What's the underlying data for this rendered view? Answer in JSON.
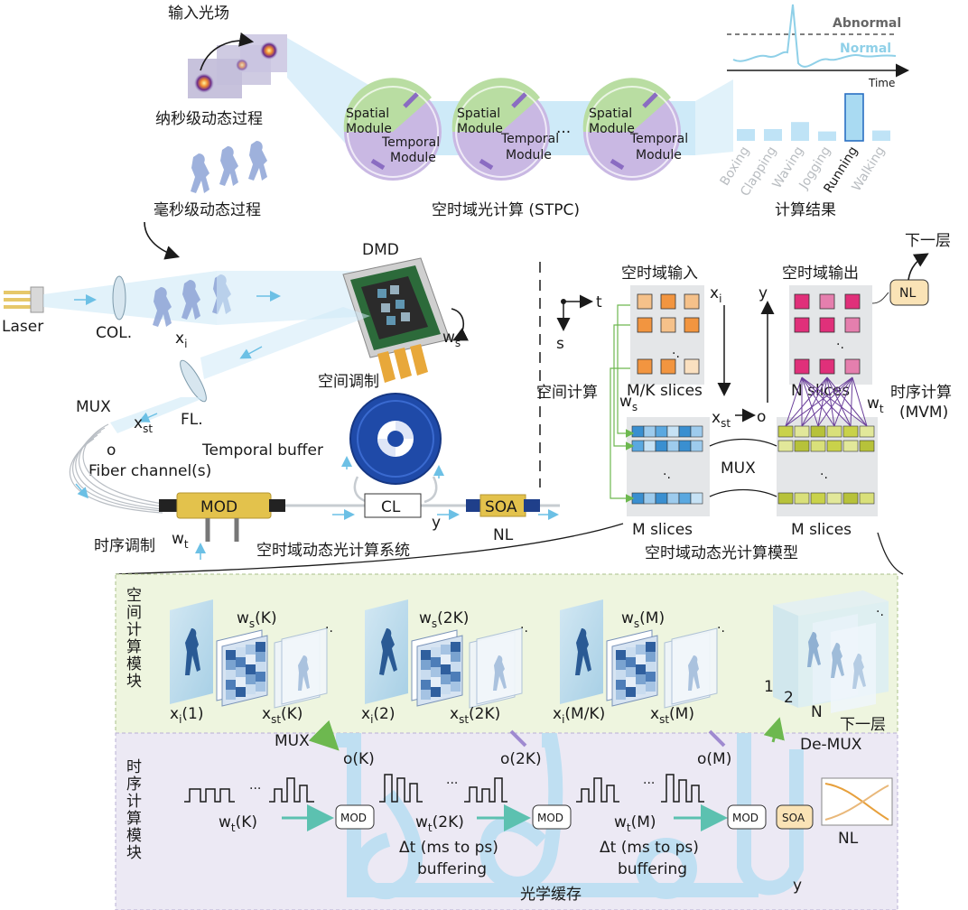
{
  "top": {
    "input_light_field": "输入光场",
    "ns_process": "纳秒级动态过程",
    "ms_process": "毫秒级动态过程",
    "stpc_title": "空时域光计算 (STPC)",
    "module_spatial_line1": "Spatial",
    "module_spatial_line2": "Module",
    "module_temporal_line1": "Temporal",
    "module_temporal_line2": "Module",
    "ellipsis": "···",
    "signal": {
      "abnormal": "Abnormal",
      "normal": "Normal",
      "time": "Time"
    },
    "result_title": "计算结果",
    "result_bars": [
      {
        "label": "Boxing",
        "value": 0.25
      },
      {
        "label": "Clapping",
        "value": 0.25
      },
      {
        "label": "Waving",
        "value": 0.4
      },
      {
        "label": "Jogging",
        "value": 0.2
      },
      {
        "label": "Running",
        "value": 1.0
      },
      {
        "label": "Walking",
        "value": 0.22
      }
    ],
    "highlight_bar": "Running"
  },
  "system": {
    "laser": "Laser",
    "col": "COL.",
    "xi": "x",
    "xi_sub": "i",
    "dmd": "DMD",
    "ws": "w",
    "ws_sub": "s",
    "spatial_mod": "空间调制",
    "fl": "FL.",
    "mux": "MUX",
    "xst": "x",
    "xst_sub": "st",
    "o": "o",
    "fiber": "Fiber channel(s)",
    "temporal_buffer": "Temporal buffer",
    "mod": "MOD",
    "cl": "CL",
    "soa": "SOA",
    "y": "y",
    "nl": "NL",
    "temporal_mod": "时序调制",
    "wt": "w",
    "wt_sub": "t",
    "title": "空时域动态光计算系统"
  },
  "model": {
    "t_axis": "t",
    "s_axis": "s",
    "st_input": "空时域输入",
    "st_output": "空时域输出",
    "next_layer": "下一层",
    "nl": "NL",
    "y": "y",
    "xi": "x",
    "xi_sub": "i",
    "mk_slices": "M/K slices",
    "n_slices": "N slices",
    "spatial_compute": "空间计算",
    "ws": "w",
    "ws_sub": "s",
    "xst": "x",
    "xst_sub": "st",
    "o": "o",
    "wt": "w",
    "wt_sub": "t",
    "temporal_compute": "时序计算",
    "mvm": "(MVM)",
    "mux": "MUX",
    "m_slices_left": "M slices",
    "m_slices_right": "M slices",
    "title": "空时域动态光计算模型"
  },
  "bottom": {
    "spatial_module_label": "空间计算模块",
    "temporal_module_label": "时序计算模块",
    "ws_k": "(K)",
    "ws_2k": "(2K)",
    "ws_m": "(M)",
    "xi_1": "(1)",
    "xi_2": "(2)",
    "xi_mk": "(M/K)",
    "xst_k": "(K)",
    "xst_2k": "(2K)",
    "xst_m": "(M)",
    "mux": "MUX",
    "o_k": "o(K)",
    "o_2k": "o(2K)",
    "o_m": "o(M)",
    "wt_k": "(K)",
    "wt_2k": "(2K)",
    "wt_m": "(M)",
    "mod": "MOD",
    "soa": "SOA",
    "nl": "NL",
    "delta_t": "Δt (ms to ps)",
    "buffering": "buffering",
    "optical_buffer": "光学缓存",
    "y": "y",
    "demux": "De-MUX",
    "next_layer": "下一层",
    "n1": "1",
    "n2": "2",
    "nN": "N"
  }
}
